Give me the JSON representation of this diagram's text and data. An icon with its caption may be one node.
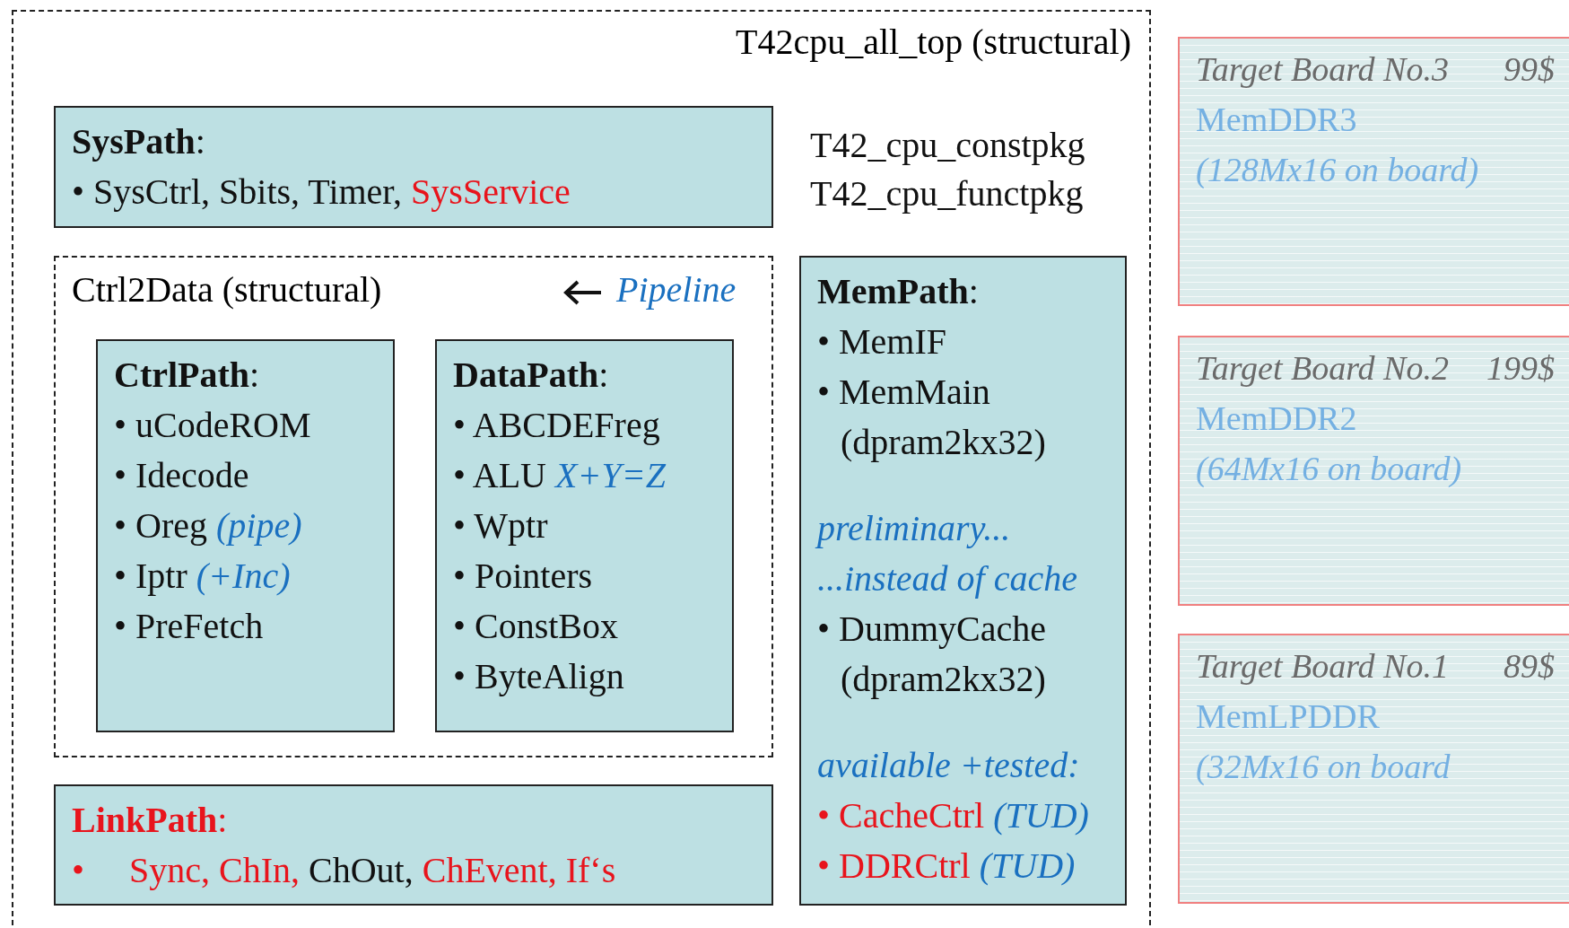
{
  "diagram": {
    "nodes": [
      {
        "text": [
          "T42cpu_all_top (structural)"
        ]
      },
      {
        "text": [
          "**SysPath**:",
          "• SysCtrl, Sbits, Timer,",
          "SysService"
        ],
        "in": 0
      },
      {
        "text": [
          "Ctrl2Data (structural)",
          "Pipeline"
        ],
        "in": 0
      },
      {
        "text": [
          "**CtrlPath**:",
          "• uCodeROM",
          "• Idecode",
          "• Oreg *(pipe)*",
          "• Iptr *(+Inc)*",
          "• PreFetch"
        ],
        "in": 2
      },
      {
        "text": [
          "**DataPath**:",
          "• ABCDEFreg",
          "• ALU   *X+Y=Z*",
          "• Wptr",
          "• Pointers",
          "• ConstBox",
          "• ByteAlign"
        ],
        "in": 2
      },
      {
        "text": [
          "**MemPath**:",
          "• MemIF",
          "• MemMain (dpram2kx32)",
          "preliminary...",
          "...instead of cache",
          "• DummyCache (dpram2kx32)",
          "available +tested:",
          "• CacheCtrl *(TUD)*",
          "• DDRCtrl *(TUD)*"
        ],
        "in": 0
      },
      {
        "text": [
          "**LinkPath**:",
          "•",
          "Sync, ChIn,",
          "ChOut,",
          "ChEvent, If‘s"
        ],
        "in": 0
      },
      {
        "text": [
          "Target Board No.3",
          "99$",
          "MemDDR3",
          "(128Mx16 on board)"
        ]
      },
      {
        "text": [
          "Target Board No.2",
          "199$",
          "MemDDR2",
          "(64Mx16 on board)"
        ]
      },
      {
        "text": [
          "Target Board No.1",
          "89$",
          "MemLPDDR",
          "(32Mx16 on board"
        ]
      }
    ],
    "labels": [
      "T42_cpu_constpkg",
      "T42_cpu_functpkg"
    ]
  }
}
